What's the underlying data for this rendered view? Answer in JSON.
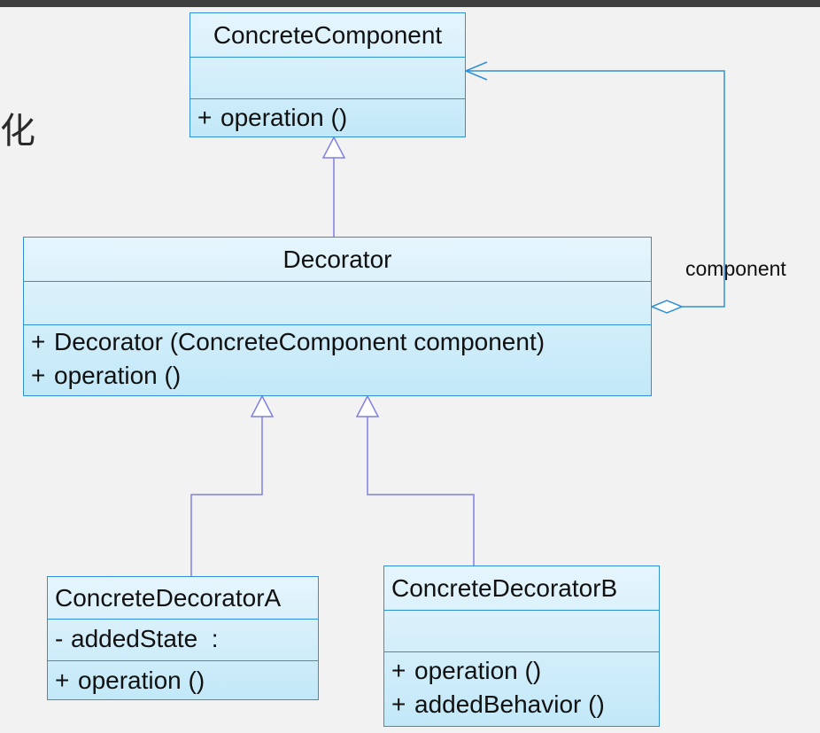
{
  "side_text": "化",
  "association": {
    "label": "component"
  },
  "classes": {
    "concrete_component": {
      "name": "ConcreteComponent",
      "attributes": [],
      "operations": [
        {
          "visibility": "+",
          "text": "operation ()"
        }
      ]
    },
    "decorator": {
      "name": "Decorator",
      "attributes": [],
      "operations": [
        {
          "visibility": "+",
          "text": "Decorator (ConcreteComponent component)"
        },
        {
          "visibility": "+",
          "text": "operation ()"
        }
      ]
    },
    "concrete_decorator_a": {
      "name": "ConcreteDecoratorA",
      "attributes": [
        {
          "visibility": "-",
          "text": "addedState  :"
        }
      ],
      "operations": [
        {
          "visibility": "+",
          "text": "operation ()"
        }
      ]
    },
    "concrete_decorator_b": {
      "name": "ConcreteDecoratorB",
      "attributes": [],
      "operations": [
        {
          "visibility": "+",
          "text": "operation ()"
        },
        {
          "visibility": "+",
          "text": "addedBehavior ()"
        }
      ]
    }
  },
  "colors": {
    "class_border": "#2f8fd8",
    "class_fill_top": "#e6f5fc",
    "class_fill_bottom": "#c2e8f8",
    "generalization_line": "#8080e0",
    "association_line": "#2f8fd8"
  }
}
